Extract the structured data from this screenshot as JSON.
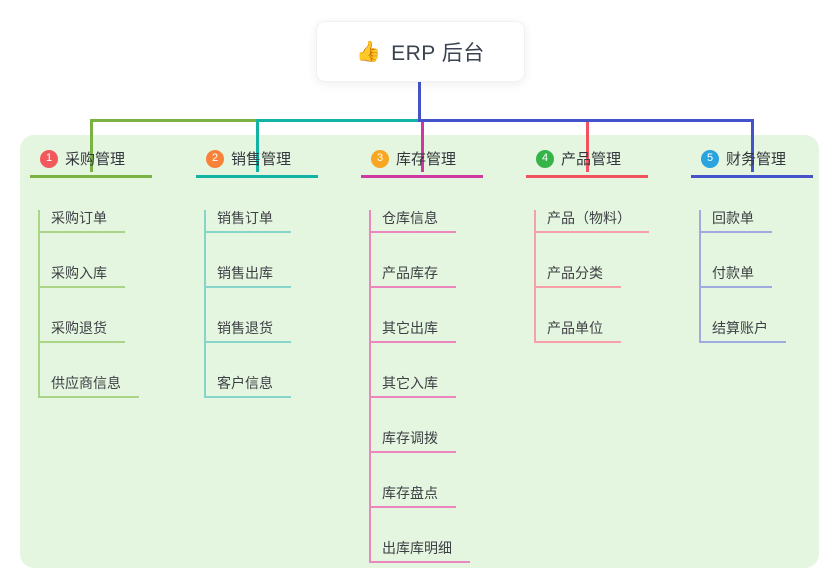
{
  "root": {
    "icon_glyph": "👍",
    "label": "ERP 后台"
  },
  "branches": [
    {
      "num": "1",
      "title": "采购管理",
      "badge_color": "#f2595c",
      "accent_color": "#7ab344",
      "tint_color": "#abd488",
      "items": [
        "采购订单",
        "采购入库",
        "采购退货",
        "供应商信息"
      ]
    },
    {
      "num": "2",
      "title": "销售管理",
      "badge_color": "#f8823a",
      "accent_color": "#12b2a4",
      "tint_color": "#86d4ca",
      "items": [
        "销售订单",
        "销售出库",
        "销售退货",
        "客户信息"
      ]
    },
    {
      "num": "3",
      "title": "库存管理",
      "badge_color": "#f7a722",
      "accent_color": "#cf389e",
      "tint_color": "#ec86bf",
      "items": [
        "仓库信息",
        "产品库存",
        "其它出库",
        "其它入库",
        "库存调拨",
        "库存盘点",
        "出库库明细"
      ]
    },
    {
      "num": "4",
      "title": "产品管理",
      "badge_color": "#35b44a",
      "accent_color": "#f4515e",
      "tint_color": "#f7a0aa",
      "items": [
        "产品（物料）",
        "产品分类",
        "产品单位"
      ]
    },
    {
      "num": "5",
      "title": "财务管理",
      "badge_color": "#2aa4de",
      "accent_color": "#4553cb",
      "tint_color": "#9fabdf",
      "items": [
        "回款单",
        "付款单",
        "结算账户"
      ]
    }
  ],
  "colors": {
    "canvas_bg": "#ffffff",
    "panel_bg": "#e5f6e0",
    "root_stem": "#4553cb"
  }
}
